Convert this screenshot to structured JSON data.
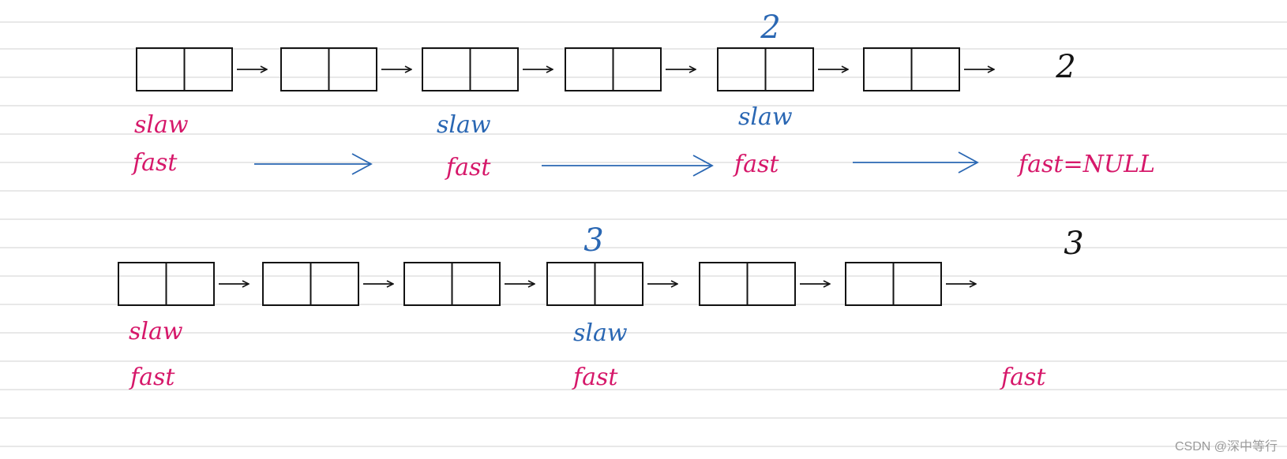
{
  "colors": {
    "ink": "#141414",
    "pink": "#d6186a",
    "blue": "#2a67b3",
    "rule": "#d2d2d2",
    "background": "#ffffff"
  },
  "row_even": {
    "node_count": 6,
    "midpoint_label": "2",
    "case_label": "2",
    "labels": {
      "slow": "slaw",
      "fast": "fast",
      "fast_null": "fast=NULL"
    }
  },
  "row_odd": {
    "node_count": 6,
    "midpoint_label": "3",
    "case_label": "3",
    "labels": {
      "slow": "slaw",
      "fast": "fast"
    }
  },
  "watermark": "CSDN @深中等行"
}
